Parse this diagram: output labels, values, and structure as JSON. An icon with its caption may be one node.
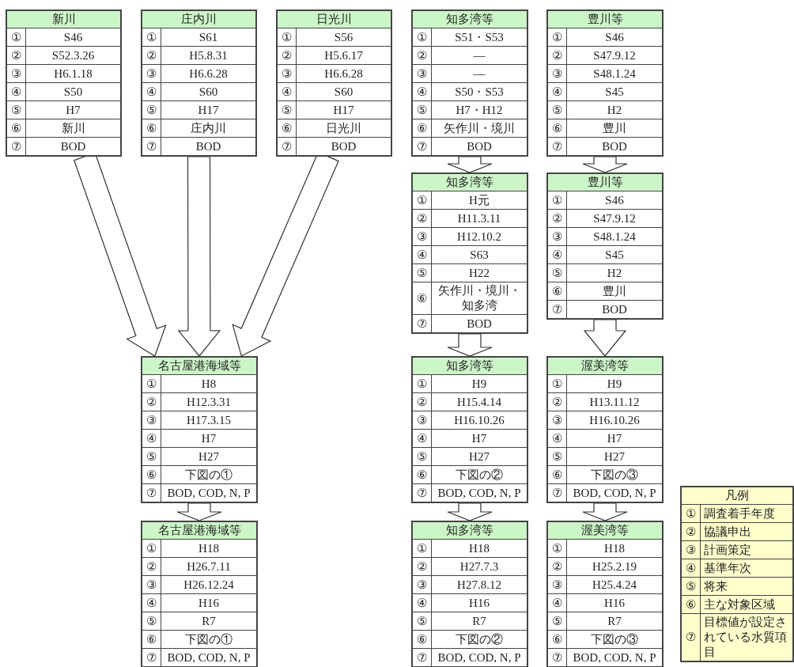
{
  "diagram": {
    "nodes": [
      {
        "text": [
          "新川",
          "①",
          "S46",
          "②",
          "S52.3.26",
          "③",
          "H6.1.18",
          "④",
          "S50",
          "⑤",
          "H7",
          "⑥",
          "新川",
          "⑦",
          "BOD"
        ]
      },
      {
        "text": [
          "庄内川",
          "①",
          "S61",
          "②",
          "H5.8.31",
          "③",
          "H6.6.28",
          "④",
          "S60",
          "⑤",
          "H17",
          "⑥",
          "庄内川",
          "⑦",
          "BOD"
        ]
      },
      {
        "text": [
          "日光川",
          "①",
          "S56",
          "②",
          "H5.6.17",
          "③",
          "H6.6.28",
          "④",
          "S60",
          "⑤",
          "H17",
          "⑥",
          "日光川",
          "⑦",
          "BOD"
        ]
      },
      {
        "text": [
          "知多湾等",
          "①",
          "S51・S53",
          "②",
          "―",
          "③",
          "―",
          "④",
          "S50・S53",
          "⑤",
          "H7・H12",
          "⑥",
          "矢作川・境川",
          "⑦",
          "BOD"
        ]
      },
      {
        "text": [
          "豊川等",
          "①",
          "S46",
          "②",
          "S47.9.12",
          "③",
          "S48.1.24",
          "④",
          "S45",
          "⑤",
          "H2",
          "⑥",
          "豊川",
          "⑦",
          "BOD"
        ]
      },
      {
        "text": [
          "知多湾等",
          "①",
          "H元",
          "②",
          "H11.3.11",
          "③",
          "H12.10.2",
          "④",
          "S63",
          "⑤",
          "H22",
          "⑥",
          "矢作川・境川・知多湾",
          "⑦",
          "BOD"
        ]
      },
      {
        "text": [
          "豊川等",
          "①",
          "S46",
          "②",
          "S47.9.12",
          "③",
          "S48.1.24",
          "④",
          "S45",
          "⑤",
          "H2",
          "⑥",
          "豊川",
          "⑦",
          "BOD"
        ]
      },
      {
        "text": [
          "名古屋港海域等",
          "①",
          "H8",
          "②",
          "H12.3.31",
          "③",
          "H17.3.15",
          "④",
          "H7",
          "⑤",
          "H27",
          "⑥",
          "下図の①",
          "⑦",
          "BOD, COD, N, P"
        ]
      },
      {
        "text": [
          "知多湾等",
          "①",
          "H9",
          "②",
          "H15.4.14",
          "③",
          "H16.10.26",
          "④",
          "H7",
          "⑤",
          "H27",
          "⑥",
          "下図の②",
          "⑦",
          "BOD, COD, N, P"
        ]
      },
      {
        "text": [
          "渥美湾等",
          "①",
          "H9",
          "②",
          "H13.11.12",
          "③",
          "H16.10.26",
          "④",
          "H7",
          "⑤",
          "H27",
          "⑥",
          "下図の③",
          "⑦",
          "BOD, COD, N, P"
        ]
      },
      {
        "text": [
          "名古屋港海域等",
          "①",
          "H18",
          "②",
          "H26.7.11",
          "③",
          "H26.12.24",
          "④",
          "H16",
          "⑤",
          "R7",
          "⑥",
          "下図の①",
          "⑦",
          "BOD, COD, N, P"
        ]
      },
      {
        "text": [
          "知多湾等",
          "①",
          "H18",
          "②",
          "H27.7.3",
          "③",
          "H27.8.12",
          "④",
          "H16",
          "⑤",
          "R7",
          "⑥",
          "下図の②",
          "⑦",
          "BOD, COD, N, P"
        ]
      },
      {
        "text": [
          "渥美湾等",
          "①",
          "H18",
          "②",
          "H25.2.19",
          "③",
          "H25.4.24",
          "④",
          "H16",
          "⑤",
          "R7",
          "⑥",
          "下図の③",
          "⑦",
          "BOD, COD, N, P"
        ]
      },
      {
        "text": [
          "凡例",
          "①",
          "調査着手年度",
          "②",
          "協議申出",
          "③",
          "計画策定",
          "④",
          "基準年次",
          "⑤",
          "将来",
          "⑥",
          "主な対象区域",
          "⑦",
          "目標値が設定されている水質項目"
        ]
      }
    ],
    "edges": [
      {
        "from": 0,
        "to": 7,
        "arrow": "to"
      },
      {
        "from": 1,
        "to": 7,
        "arrow": "to"
      },
      {
        "from": 2,
        "to": 7,
        "arrow": "to"
      },
      {
        "from": 3,
        "to": 5,
        "arrow": "to"
      },
      {
        "from": 4,
        "to": 6,
        "arrow": "to"
      },
      {
        "from": 5,
        "to": 8,
        "arrow": "to"
      },
      {
        "from": 6,
        "to": 9,
        "arrow": "to"
      },
      {
        "from": 7,
        "to": 10,
        "arrow": "to"
      },
      {
        "from": 8,
        "to": 11,
        "arrow": "to"
      },
      {
        "from": 9,
        "to": 12,
        "arrow": "to"
      }
    ]
  }
}
